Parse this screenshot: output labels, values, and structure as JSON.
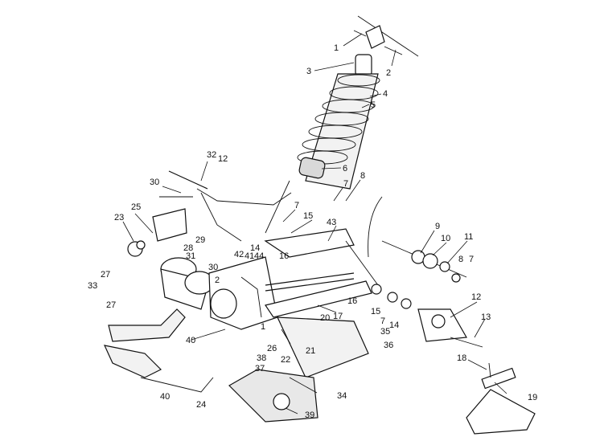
{
  "callouts": [
    {
      "label": "1"
    },
    {
      "label": "2"
    },
    {
      "label": "3"
    },
    {
      "label": "4"
    },
    {
      "label": "5"
    },
    {
      "label": "6"
    },
    {
      "label": "7"
    },
    {
      "label": "8"
    },
    {
      "label": "32"
    },
    {
      "label": "12"
    },
    {
      "label": "30"
    },
    {
      "label": "25"
    },
    {
      "label": "23"
    },
    {
      "label": "7"
    },
    {
      "label": "15"
    },
    {
      "label": "43"
    },
    {
      "label": "9"
    },
    {
      "label": "10"
    },
    {
      "label": "11"
    },
    {
      "label": "8"
    },
    {
      "label": "7"
    },
    {
      "label": "28"
    },
    {
      "label": "29"
    },
    {
      "label": "14"
    },
    {
      "label": "16"
    },
    {
      "label": "30"
    },
    {
      "label": "42"
    },
    {
      "label": "41"
    },
    {
      "label": "44"
    },
    {
      "label": "27"
    },
    {
      "label": "2"
    },
    {
      "label": "31"
    },
    {
      "label": "33"
    },
    {
      "label": "27"
    },
    {
      "label": "16"
    },
    {
      "label": "17"
    },
    {
      "label": "15"
    },
    {
      "label": "7"
    },
    {
      "label": "14"
    },
    {
      "label": "12"
    },
    {
      "label": "13"
    },
    {
      "label": "20"
    },
    {
      "label": "35"
    },
    {
      "label": "36"
    },
    {
      "label": "40"
    },
    {
      "label": "26"
    },
    {
      "label": "21"
    },
    {
      "label": "22"
    },
    {
      "label": "1"
    },
    {
      "label": "38"
    },
    {
      "label": "37"
    },
    {
      "label": "18"
    },
    {
      "label": "19"
    },
    {
      "label": "34"
    },
    {
      "label": "40"
    },
    {
      "label": "24"
    },
    {
      "label": "39"
    }
  ]
}
